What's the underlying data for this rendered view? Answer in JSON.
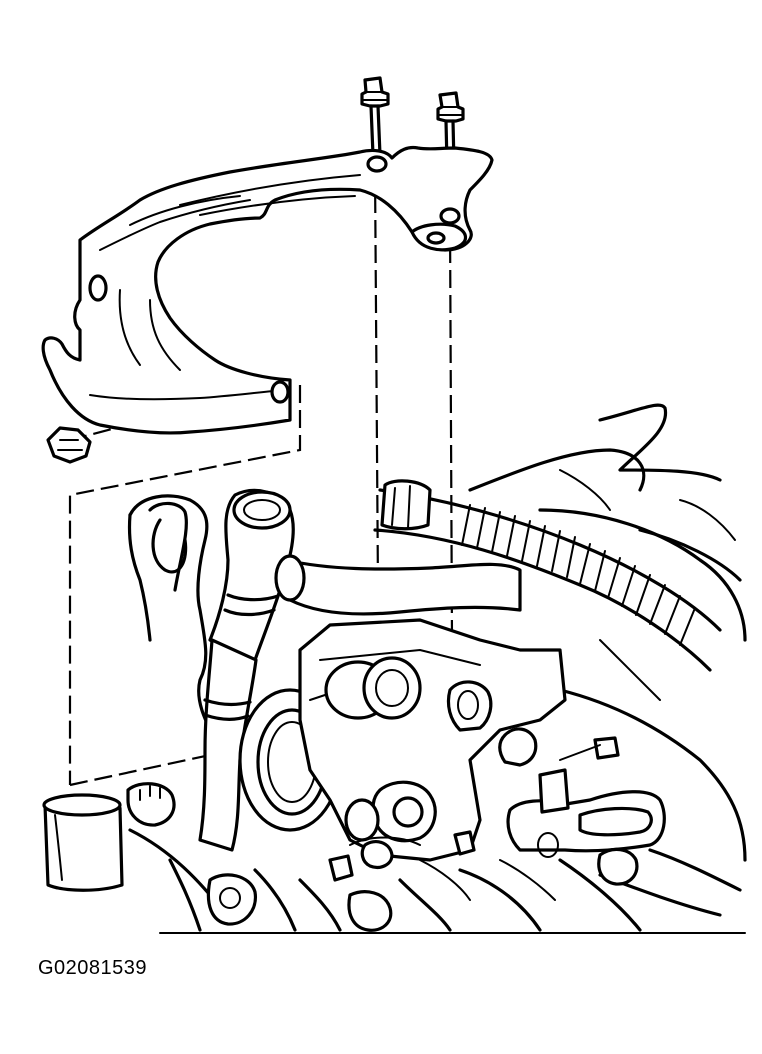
{
  "figure": {
    "caption": "G02081539",
    "parts": [
      "bracket-bolt-left",
      "bracket-bolt-right",
      "mounting-bracket",
      "bracket-nut",
      "throttle-body",
      "vacuum-hose",
      "wiring-harness-conduit",
      "intake-tube"
    ]
  }
}
